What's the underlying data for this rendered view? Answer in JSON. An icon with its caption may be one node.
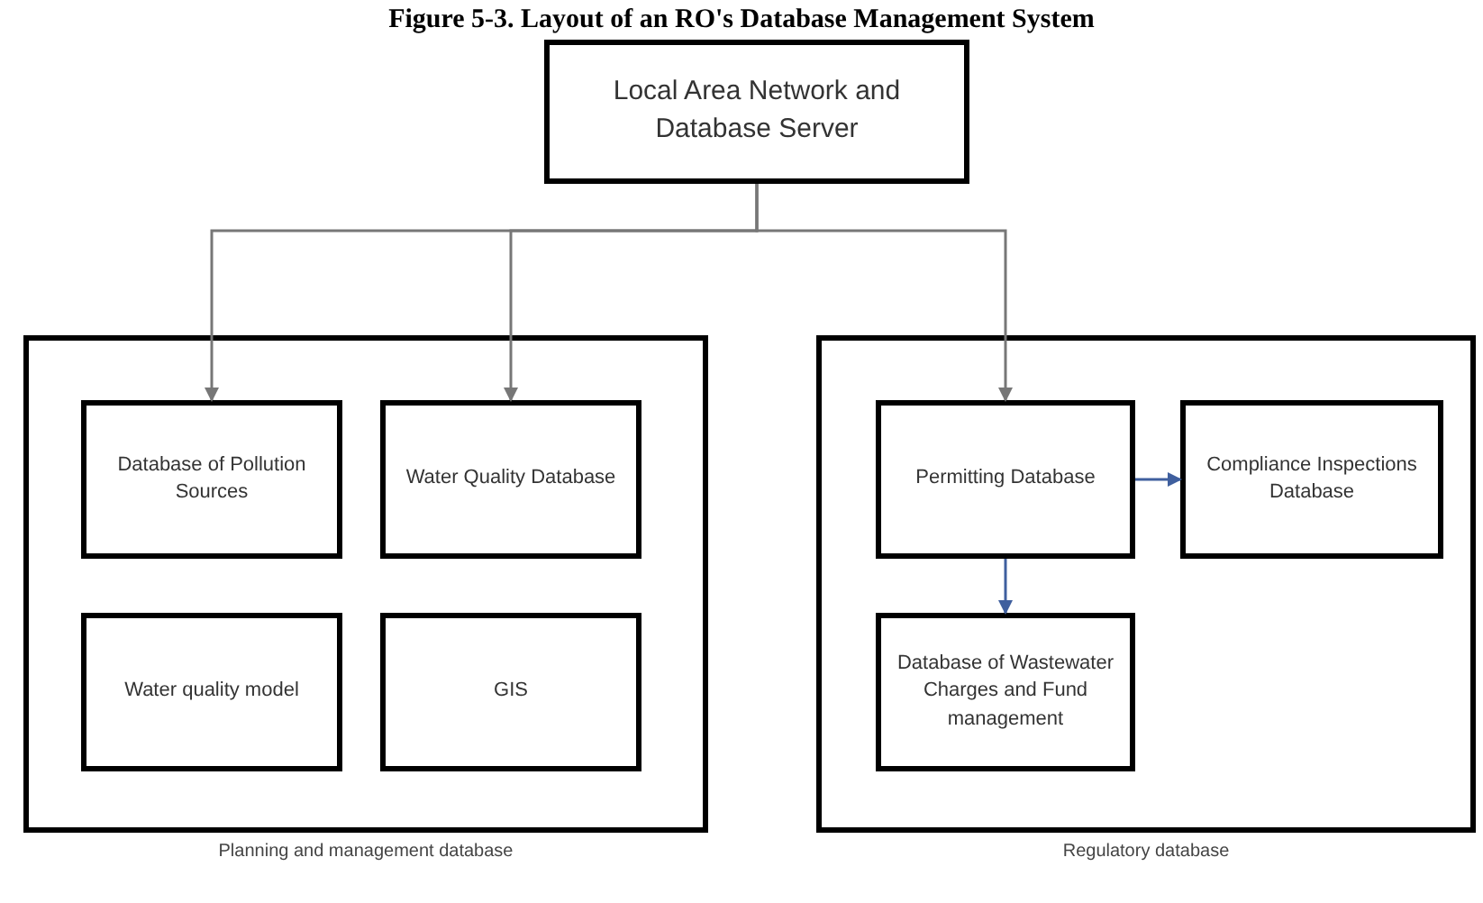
{
  "diagram": {
    "title": "Figure 5-3. Layout of an RO's Database Management System",
    "nodes": [
      {
        "text": [
          "Local Area Network and Database Server"
        ]
      },
      {
        "text": [
          "Planning and management database"
        ]
      },
      {
        "text": [
          "Database of Pollution Sources"
        ],
        "in": 1
      },
      {
        "text": [
          "Water Quality Database"
        ],
        "in": 1
      },
      {
        "text": [
          "Water quality model"
        ],
        "in": 1
      },
      {
        "text": [
          "GIS"
        ],
        "in": 1
      },
      {
        "text": [
          "Regulatory database"
        ]
      },
      {
        "text": [
          "Permitting Database"
        ],
        "in": 6
      },
      {
        "text": [
          "Compliance Inspections Database"
        ],
        "in": 6
      },
      {
        "text": [
          "Database of Wastewater Charges and Fund management"
        ],
        "in": 6
      }
    ],
    "edges": [
      {
        "from": 0,
        "to": 2,
        "arrow": "to"
      },
      {
        "from": 0,
        "to": 3,
        "arrow": "to"
      },
      {
        "from": 0,
        "to": 7,
        "arrow": "to"
      },
      {
        "from": 7,
        "to": 8,
        "arrow": "to",
        "color": "#3f5f9e"
      },
      {
        "from": 7,
        "to": 9,
        "arrow": "to",
        "color": "#3f5f9e"
      }
    ]
  }
}
